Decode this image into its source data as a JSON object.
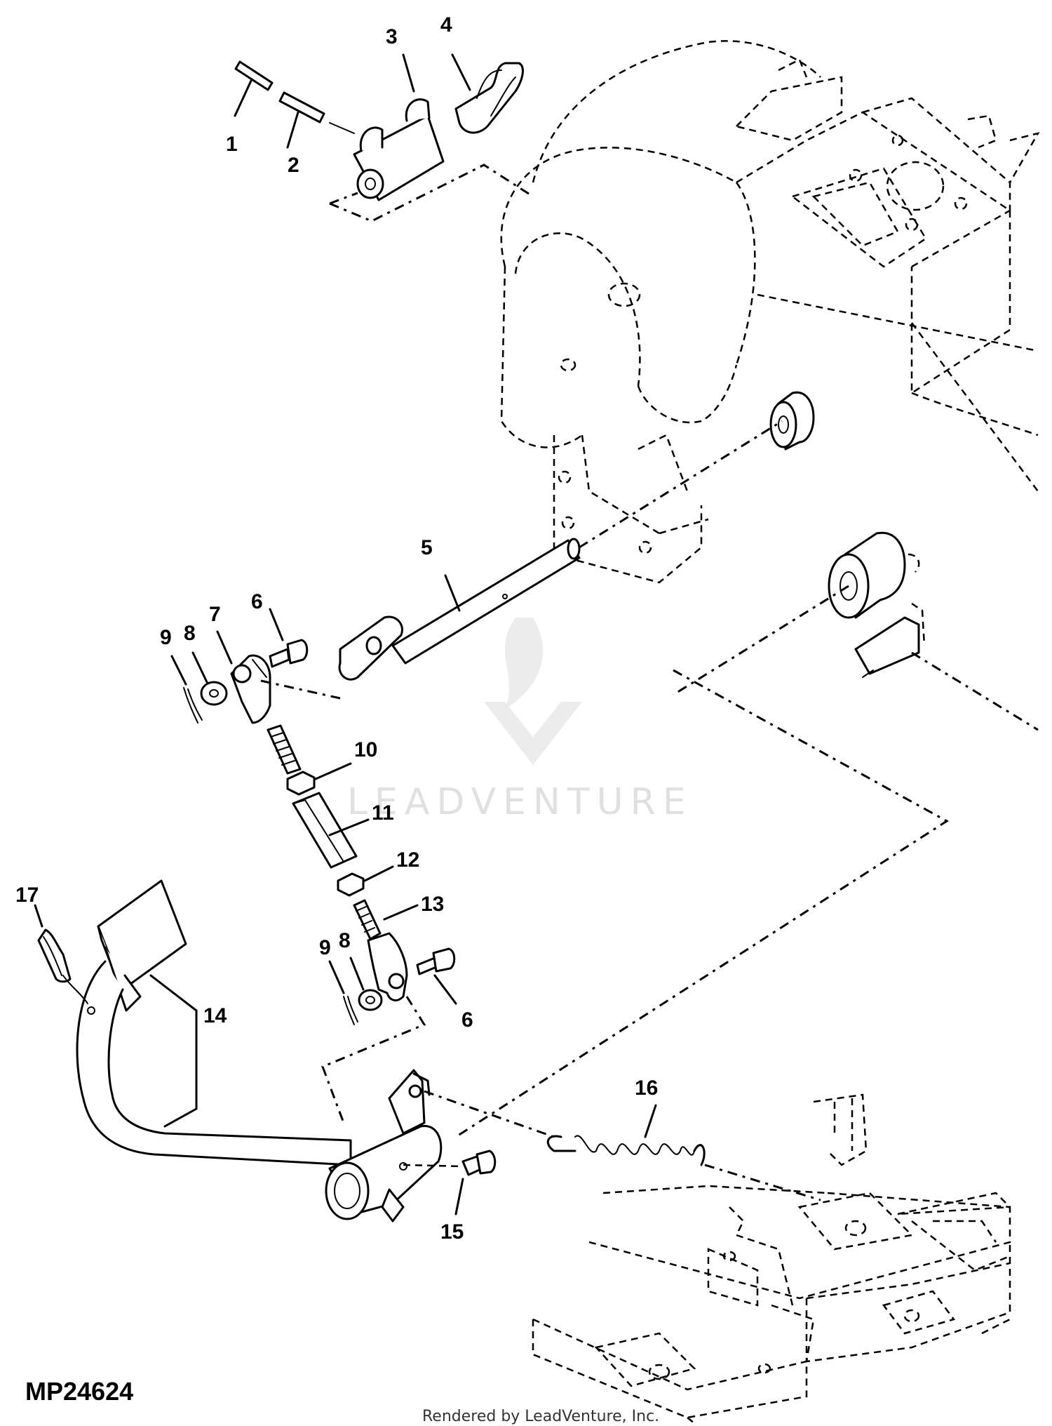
{
  "diagram": {
    "code": "MP24624",
    "credit": "Rendered by LeadVenture, Inc.",
    "watermark": "LEADVENTURE",
    "callouts": [
      {
        "id": "c1",
        "label": "1"
      },
      {
        "id": "c2",
        "label": "2"
      },
      {
        "id": "c3",
        "label": "3"
      },
      {
        "id": "c4",
        "label": "4"
      },
      {
        "id": "c5",
        "label": "5"
      },
      {
        "id": "c6a",
        "label": "6"
      },
      {
        "id": "c7",
        "label": "7"
      },
      {
        "id": "c8a",
        "label": "8"
      },
      {
        "id": "c9a",
        "label": "9"
      },
      {
        "id": "c10",
        "label": "10"
      },
      {
        "id": "c11",
        "label": "11"
      },
      {
        "id": "c12",
        "label": "12"
      },
      {
        "id": "c13",
        "label": "13"
      },
      {
        "id": "c9b",
        "label": "9"
      },
      {
        "id": "c8b",
        "label": "8"
      },
      {
        "id": "c6b",
        "label": "6"
      },
      {
        "id": "c17",
        "label": "17"
      },
      {
        "id": "c14",
        "label": "14"
      },
      {
        "id": "c16",
        "label": "16"
      },
      {
        "id": "c15",
        "label": "15"
      }
    ]
  }
}
